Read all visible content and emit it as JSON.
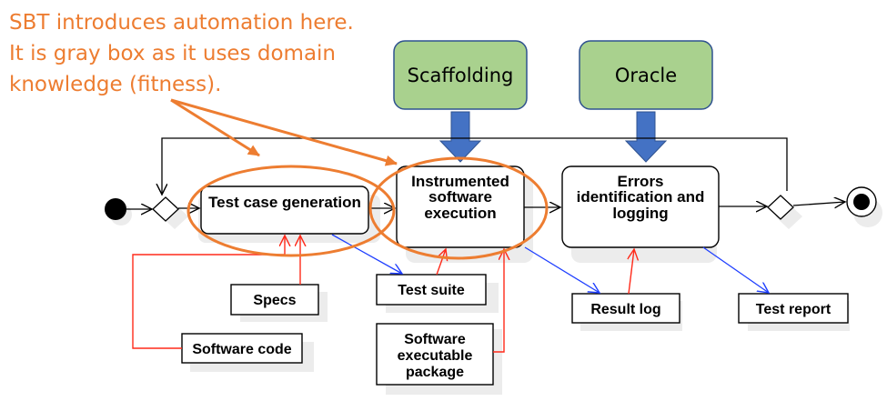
{
  "annotation": {
    "lines": [
      "SBT introduces automation here.",
      "It is gray box as it uses domain",
      "knowledge (fitness)."
    ],
    "color": "#ED7D31"
  },
  "inputs": {
    "scaffolding": "Scaffolding",
    "oracle": "Oracle",
    "fill_color": "#A9D18E",
    "arrow_color": "#4472C4"
  },
  "activities": {
    "test_case_generation": [
      "Test case generation"
    ],
    "instrumented_execution": [
      "Instrumented",
      "software",
      "execution"
    ],
    "errors_identification": [
      "Errors",
      "identification and",
      "logging"
    ]
  },
  "artifacts": {
    "specs": "Specs",
    "software_code": "Software code",
    "test_suite": "Test suite",
    "software_executable_package": [
      "Software",
      "executable",
      "package"
    ],
    "result_log": "Result log",
    "test_report": "Test report"
  },
  "colors": {
    "input_flow": "#FF2A1A",
    "output_flow": "#1F3FFF",
    "highlight": "#ED7D31"
  }
}
